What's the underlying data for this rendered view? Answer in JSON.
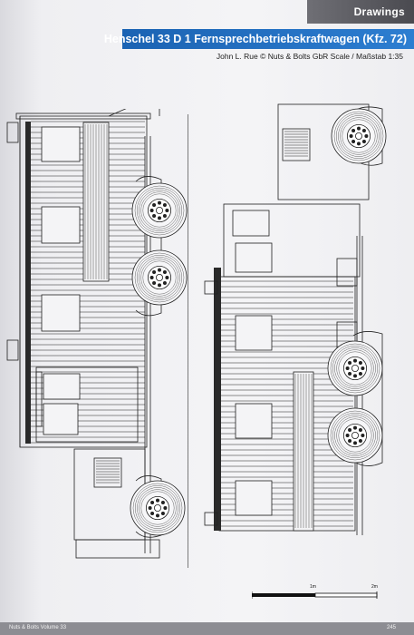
{
  "header": {
    "section": "Drawings",
    "title": "Henschel 33 D 1 Fernsprechbetriebskraftwagen (Kfz. 72)",
    "credit": "John L. Rue © Nuts & Bolts GbR Scale / Maßstab 1:35"
  },
  "scale": {
    "label_mid": "1m",
    "label_end": "2m"
  },
  "footer": {
    "publication": "Nuts & Bolts Volume 33",
    "page_number": "245"
  },
  "colors": {
    "title_bar": "#1b63b3",
    "section_tab": "#5a5a60",
    "ink": "#202020"
  }
}
